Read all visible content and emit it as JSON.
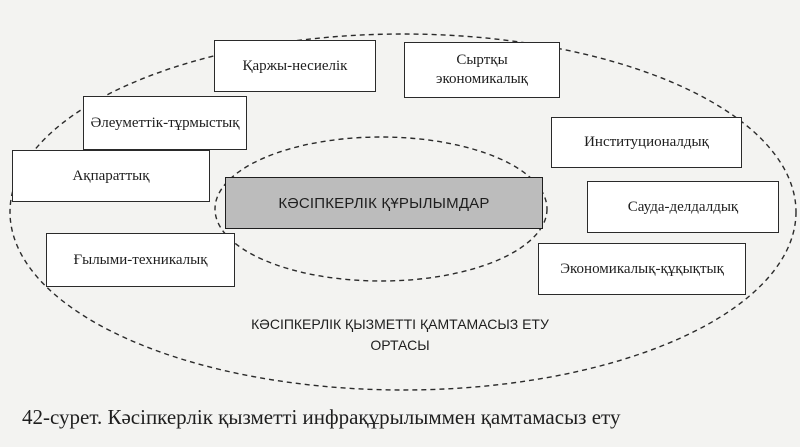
{
  "diagram": {
    "core": "КӘСІПКЕРЛІК ҚҰРЫЛЫМДАР",
    "nodes": {
      "finance_credit": "Қаржы-несиелік",
      "external_economic": "Сыртқы экономикалық",
      "social_household": "Әлеуметтік-тұрмыстық",
      "institutional": "Институционалдық",
      "informational": "Ақпараттық",
      "trade_intermediary": "Сауда-делдалдық",
      "scientific_technical": "Ғылыми-техникалық",
      "economic_legal": "Экономикалық-құқықтық"
    },
    "environment_label": "КӘСІПКЕРЛІК ҚЫЗМЕТТІ ҚАМТАМАСЫЗ ЕТУ\nОРТАСЫ"
  },
  "caption": "42-сурет. Кәсіпкерлік қызметті инфрақұрылыммен қамтамасыз ету"
}
